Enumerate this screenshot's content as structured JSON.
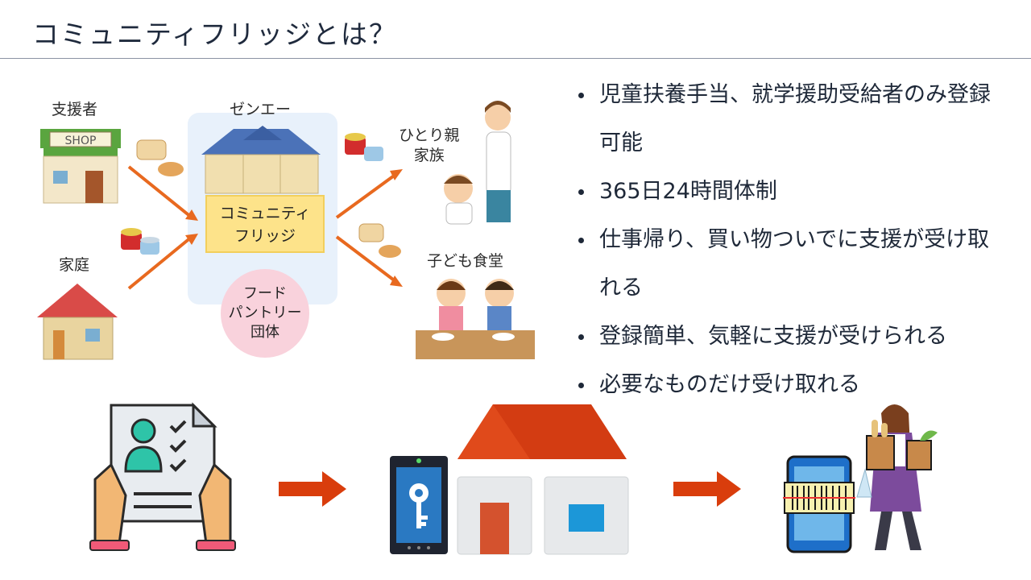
{
  "title": "コミュニティフリッジとは？",
  "diagram": {
    "supporter": "支援者",
    "shop_sign": "SHOP",
    "household": "家庭",
    "org": "ゼンエー",
    "fridge_line1": "コミュニティ",
    "fridge_line2": "フリッジ",
    "pantry_line1": "フード",
    "pantry_line2": "パントリー",
    "pantry_line3": "団体",
    "single_parent_line1": "ひとり親",
    "single_parent_line2": "家族",
    "kids_cafeteria": "子ども食堂"
  },
  "bullets": [
    "児童扶養手当、就学援助受給者のみ登録可能",
    "365日24時間体制",
    "仕事帰り、買い物ついでに支援が受け取れる",
    "登録簡単、気軽に支援が受けられる",
    "必要なものだけ受け取れる"
  ],
  "icons": {
    "register": "registration-form-icon",
    "arrow": "arrow-right-icon",
    "unlock": "phone-key-house-icon",
    "receive": "scan-and-shopping-icon"
  },
  "colors": {
    "arrow_orange": "#d93d0c",
    "roof_red": "#c93b18",
    "text_dark": "#1e2838"
  }
}
